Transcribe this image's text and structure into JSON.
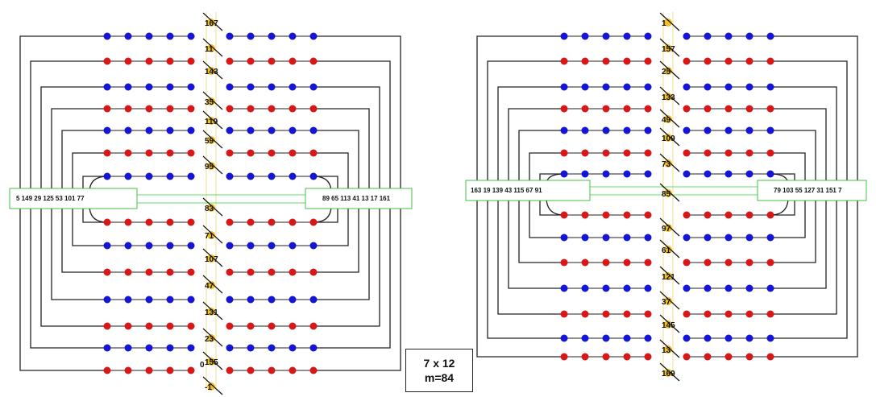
{
  "colors": {
    "blue": "#1515d8",
    "red": "#d81818",
    "wire": "#222222",
    "guide": "#66e066",
    "pin": "#f0c020"
  },
  "info": {
    "size": "7 x 12",
    "m": "m=84"
  },
  "left": {
    "box_left": "5  149 29 125  53 101 77",
    "box_right": "89  65 113 41 13  17  161",
    "top_labels": [
      "167",
      "11",
      "143",
      "35",
      "119",
      "59",
      "95"
    ],
    "bottom_labels": [
      "83",
      "71",
      "107",
      "47",
      "131",
      "23",
      "155",
      "-1"
    ],
    "zero": "0"
  },
  "right": {
    "box_left": "163  19 139  43 115  67  91",
    "box_right": "79  103 55  127  31  151  7",
    "top_labels": [
      "1",
      "157",
      "25",
      "133",
      "49",
      "109",
      "73"
    ],
    "bottom_labels": [
      "85",
      "97",
      "61",
      "121",
      "37",
      "145",
      "13",
      "169"
    ]
  }
}
